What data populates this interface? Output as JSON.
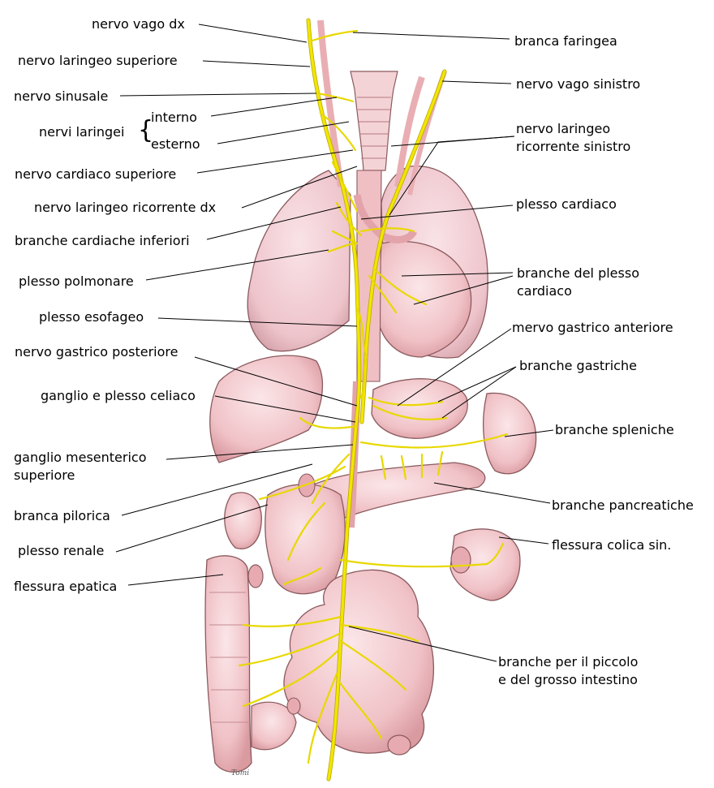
{
  "labels_left": {
    "nervo_vago_dx": "nervo vago dx",
    "nervo_laringeo_superiore": "nervo laringeo superiore",
    "nervo_sinusale": "nervo sinusale",
    "nervi_laringei": "nervi laringei",
    "interno": "interno",
    "esterno": "esterno",
    "nervo_cardiaco_superiore": "nervo cardiaco superiore",
    "nervo_laringeo_ricorrente_dx": "nervo laringeo ricorrente dx",
    "branche_cardiache_inferiori": "branche cardiache inferiori",
    "plesso_polmonare": "plesso polmonare",
    "plesso_esofageo": "plesso esofageo",
    "nervo_gastrico_posteriore": "nervo gastrico posteriore",
    "ganglio_plesso_celiaco": "ganglio e plesso celiaco",
    "ganglio_mesenterico_line1": "ganglio mesenterico",
    "ganglio_mesenterico_line2": "superiore",
    "branca_pilorica": "branca pilorica",
    "plesso_renale": "plesso renale",
    "flessura_epatica": "flessura epatica"
  },
  "labels_right": {
    "branca_faringea": "branca faringea",
    "nervo_vago_sinistro": "nervo vago sinistro",
    "nervo_laringeo_ric_sin_line1": "nervo laringeo",
    "nervo_laringeo_ric_sin_line2": "ricorrente sinistro",
    "plesso_cardiaco": "plesso cardiaco",
    "branche_plesso_cardiaco_line1": "branche del plesso",
    "branche_plesso_cardiaco_line2": "cardiaco",
    "mervo_gastrico_anteriore": "mervo gastrico anteriore",
    "branche_gastriche": "branche gastriche",
    "branche_spleniche": "branche spleniche",
    "branche_pancreatiche": "branche pancreatiche",
    "flessura_colica_sin": "flessura colica sin.",
    "branche_intestino_line1": "branche per il piccolo",
    "branche_intestino_line2": "e del grosso intestino"
  },
  "signature": "Tomi",
  "colors": {
    "nerve": "#f2e600",
    "nerve_edge": "#b8a800",
    "organ_fill": "#f3c9cc",
    "organ_shade": "#d99aa0",
    "organ_edge": "#8a5a5e",
    "lung_fill": "#f1cdd3",
    "line": "#000000"
  }
}
